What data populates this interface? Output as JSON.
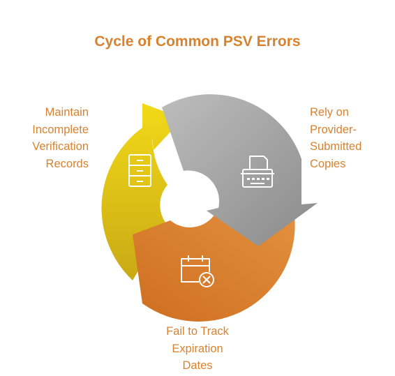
{
  "title": "Cycle of Common PSV Errors",
  "colors": {
    "title": "#D8822F",
    "label": "#D8822F",
    "segment_left_light": "#F2DA18",
    "segment_left_dark": "#C9A915",
    "segment_right_light": "#BDBDBD",
    "segment_right_dark": "#8A8A8A",
    "segment_bottom_light": "#E3913E",
    "segment_bottom_dark": "#CE6E20",
    "icon": "#FFFFFF"
  },
  "steps": [
    {
      "position": "left",
      "lines": [
        "Maintain",
        "Incomplete",
        "Verification",
        "Records"
      ],
      "icon": "file-cabinet-icon"
    },
    {
      "position": "right",
      "lines": [
        "Rely on",
        "Provider-",
        "Submitted",
        "Copies"
      ],
      "icon": "typewriter-icon"
    },
    {
      "position": "bottom",
      "lines": [
        "Fail to Track",
        "Expiration",
        "Dates"
      ],
      "icon": "calendar-x-icon"
    }
  ]
}
